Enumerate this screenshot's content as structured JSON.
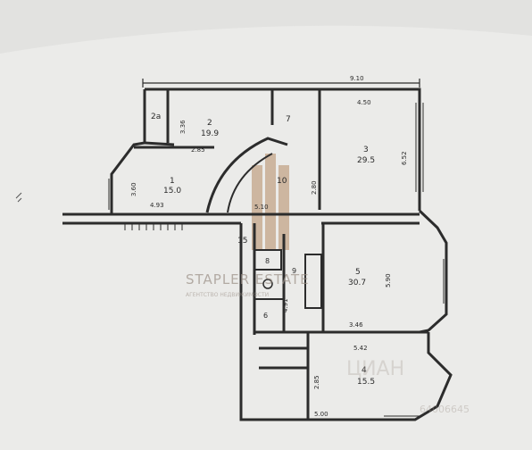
{
  "floor_plan": {
    "overall_dimension": "9.10",
    "rooms": [
      {
        "number": "1",
        "area": "15.0"
      },
      {
        "number": "2",
        "area": "19.9"
      },
      {
        "number": "2a",
        "area": ""
      },
      {
        "number": "3",
        "area": "29.5"
      },
      {
        "number": "4",
        "area": "15.5"
      },
      {
        "number": "5",
        "area": "30.7"
      },
      {
        "number": "6",
        "area": ""
      },
      {
        "number": "7",
        "area": ""
      },
      {
        "number": "8",
        "area": ""
      },
      {
        "number": "9",
        "area": ""
      },
      {
        "number": "10",
        "area": ""
      },
      {
        "number": "15",
        "area": ""
      }
    ],
    "dimensions": [
      "4.50",
      "6.52",
      "3.36",
      "2.85",
      "3.60",
      "4.93",
      "5.10",
      "2.80",
      "5.90",
      "3.46",
      "5.42",
      "2.85",
      "4.91",
      "5.00"
    ]
  },
  "watermark": {
    "brand": "STAPLER ESTATE",
    "subtitle": "АГЕНТСТВО НЕДВИЖИМОСТИ",
    "corner_left": "ЦИАН",
    "corner_right": "64006645",
    "accent_color": "#b58c66"
  },
  "colors": {
    "wall": "#2c2c2c",
    "paper": "#ececea"
  }
}
